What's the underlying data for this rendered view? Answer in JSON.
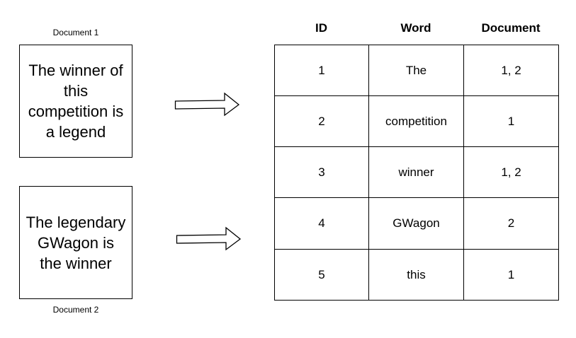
{
  "documents": [
    {
      "label": "Document 1",
      "text": "The winner of this competition is a legend"
    },
    {
      "label": "Document 2",
      "text": "The legendary GWagon is the winner"
    }
  ],
  "table": {
    "headers": [
      "ID",
      "Word",
      "Document"
    ],
    "rows": [
      [
        "1",
        "The",
        "1, 2"
      ],
      [
        "2",
        "competition",
        "1"
      ],
      [
        "3",
        "winner",
        "1, 2"
      ],
      [
        "4",
        "GWagon",
        "2"
      ],
      [
        "5",
        "this",
        "1"
      ]
    ]
  }
}
